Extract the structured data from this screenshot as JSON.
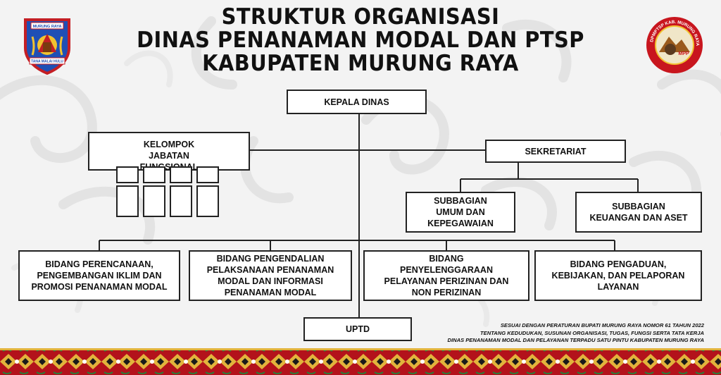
{
  "title": {
    "line1": "STRUKTUR ORGANISASI",
    "line2": "DINAS PENANAMAN MODAL DAN PTSP",
    "line3": "KABUPATEN MURUNG RAYA"
  },
  "logos": {
    "left": {
      "icon": "murung-raya-regency-emblem-icon",
      "ribbon_top": "MURUNG RAYA",
      "ribbon_bottom": "TANA MALAI HULU"
    },
    "right": {
      "icon": "dpmptsp-murung-raya-seal-icon",
      "ring_text": "DPMPTSP KAB. MURUNG RAYA",
      "center_text": "MPP"
    }
  },
  "org": {
    "kepala": "KEPALA DINAS",
    "fungsional": "KELOMPOK JABATAN FUNGSIONAL",
    "sekretariat": "SEKRETARIAT",
    "subbagian_umum": "SUBBAGIAN UMUM DAN KEPEGAWAIAN",
    "subbagian_keuangan": "SUBBAGIAN KEUANGAN DAN ASET",
    "bidang_1": "BIDANG PERENCANAAN, PENGEMBANGAN IKLIM DAN PROMOSI PENANAMAN MODAL",
    "bidang_2": "BIDANG PENGENDALIAN PELAKSANAAN PENANAMAN MODAL DAN INFORMASI PENANAMAN MODAL",
    "bidang_3": "BIDANG PENYELENGGARAAN PELAYANAN PERIZINAN DAN NON PERIZINAN",
    "bidang_4": "BIDANG PENGADUAN, KEBIJAKAN, DAN PELAPORAN LAYANAN",
    "uptd": "UPTD"
  },
  "note": {
    "line1": "SESUAI DENGAN PERATURAN BUPATI MURUNG RAYA NOMOR 61 TAHUN 2022",
    "line2": "TENTANG KEDUDUKAN, SUSUNAN ORGANISASI, TUGAS, FUNGSI SERTA TATA KERJA",
    "line3": "DINAS PENANAMAN MODAL DAN PELAYANAN TERPADU SATU PINTU KABUPATEN MURUNG RAYA"
  },
  "colors": {
    "border_red": "#b3121b",
    "border_gold": "#e2b33c",
    "box_border": "#222222",
    "background": "#f3f3f3"
  }
}
